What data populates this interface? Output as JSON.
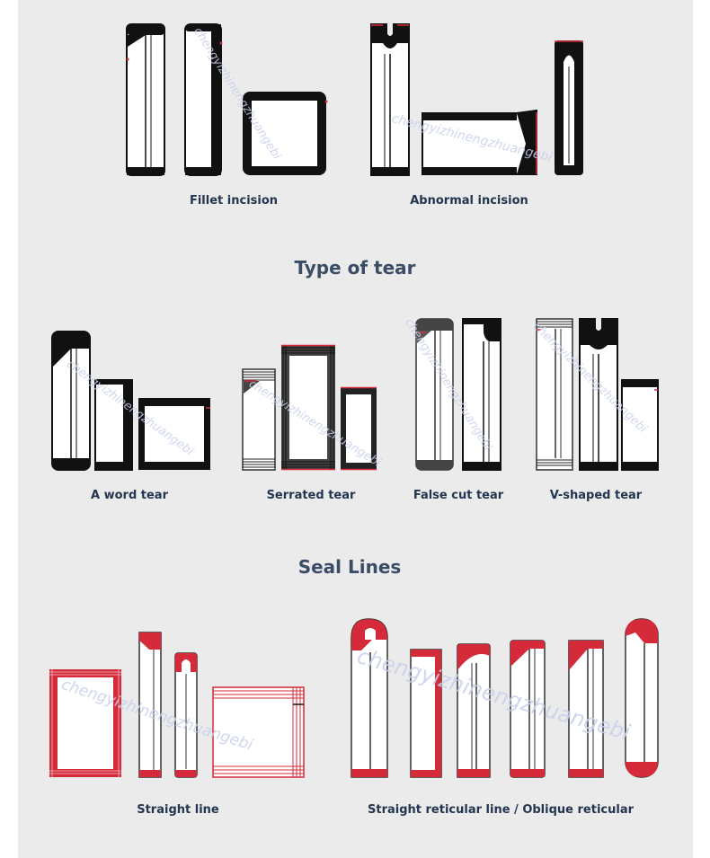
{
  "sections": {
    "incision": {
      "captions": [
        "Fillet incision",
        "Abnormal incision"
      ]
    },
    "tear": {
      "title": "Type of tear",
      "captions": [
        "A word tear",
        "Serrated tear",
        "False cut tear",
        "V-shaped tear"
      ]
    },
    "seal": {
      "title": "Seal Lines",
      "captions": [
        "Straight line",
        "Straight reticular line / Oblique reticular"
      ]
    }
  },
  "watermark": "chengyizhinengzhuangebi",
  "colors": {
    "panel": "#ebebeb",
    "ink": "#141414",
    "accent": "#d42a3a",
    "caption": "#24364f",
    "heading": "#3a4c66"
  }
}
